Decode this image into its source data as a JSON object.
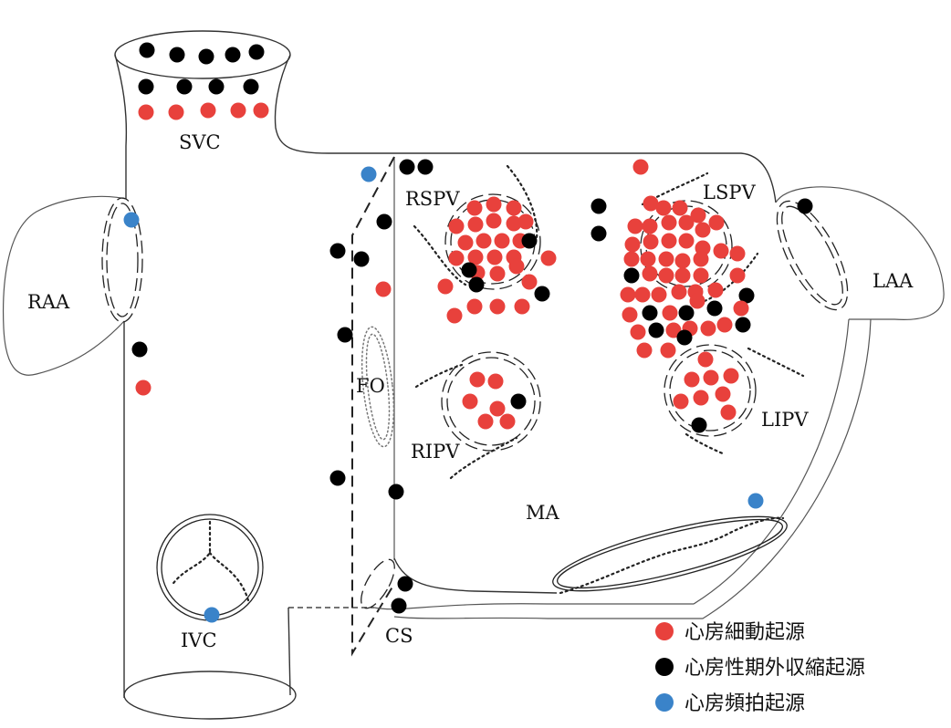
{
  "colors": {
    "red": "#e8413c",
    "black": "#000000",
    "blue": "#3a83c9"
  },
  "labels": {
    "svc": "SVC",
    "raa": "RAA",
    "ivc": "IVC",
    "cs": "CS",
    "fo": "FO",
    "rspv": "RSPV",
    "ripv": "RIPV",
    "lspv": "LSPV",
    "lipv": "LIPV",
    "laa": "LAA",
    "ma": "MA"
  },
  "legend": [
    {
      "color": "red",
      "text": "心房細動起源"
    },
    {
      "color": "black",
      "text": "心房性期外収縮起源"
    },
    {
      "color": "blue",
      "text": "心房頻拍起源"
    }
  ]
}
